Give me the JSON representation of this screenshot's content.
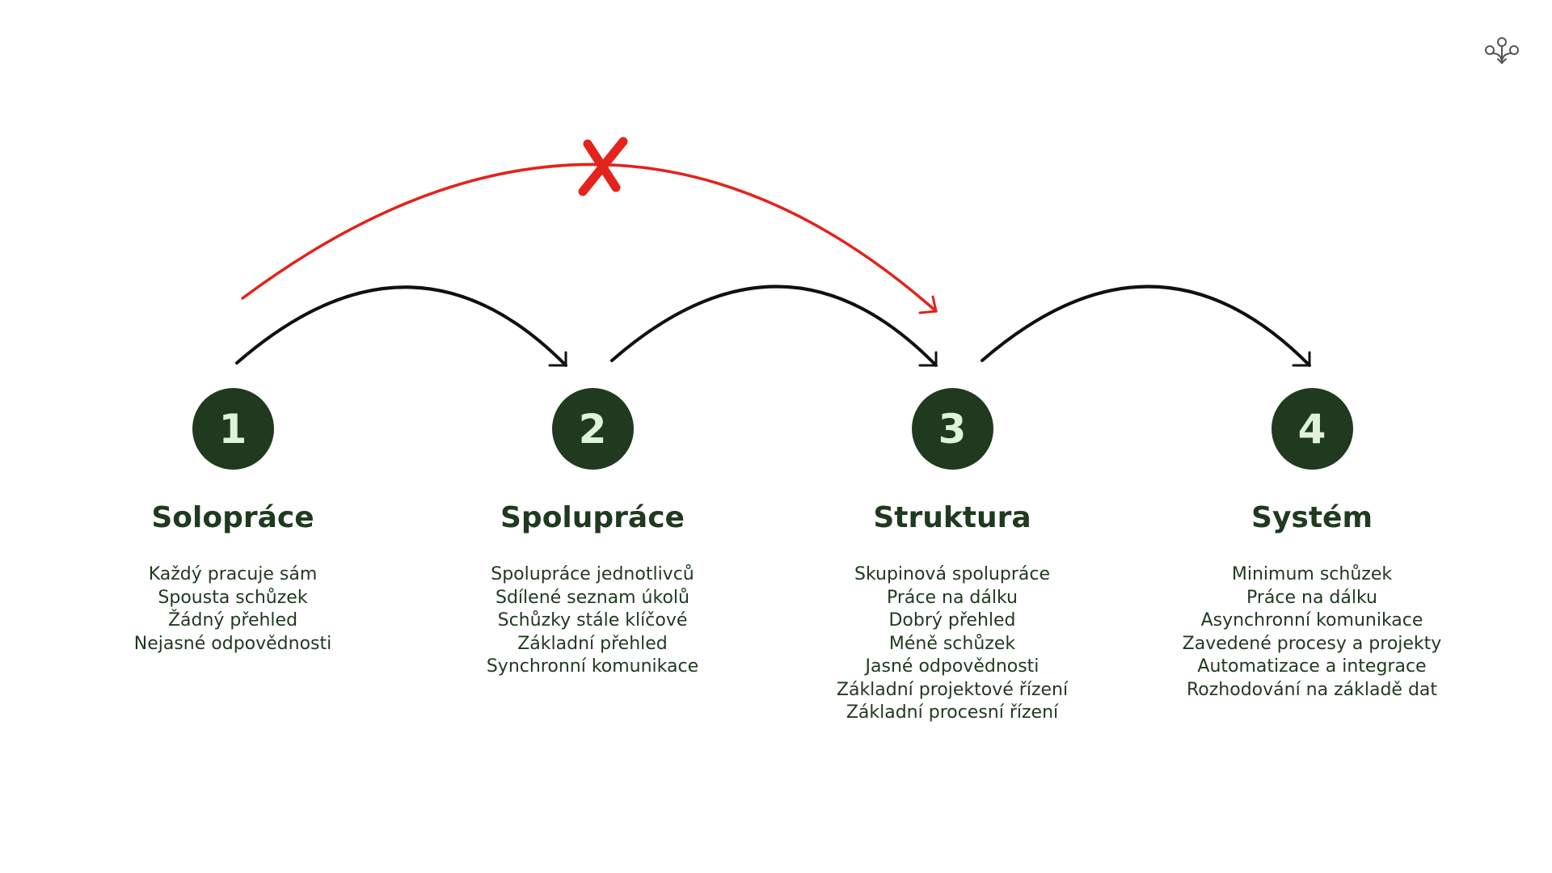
{
  "colors": {
    "accent_dark_green": "#1f3a1e",
    "number_text": "#dff3d8",
    "arrow_black": "#111111",
    "arrow_red": "#e3231c"
  },
  "logo": {
    "icon": "branch-logo-icon"
  },
  "stages": [
    {
      "number": "1",
      "title": "Solopráce",
      "items": [
        "Každý pracuje sám",
        "Spousta schůzek",
        "Žádný přehled",
        "Nejasné odpovědnosti"
      ]
    },
    {
      "number": "2",
      "title": "Spolupráce",
      "items": [
        "Spolupráce jednotlivců",
        "Sdílené seznam úkolů",
        "Schůzky stále klíčové",
        "Základní přehled",
        "Synchronní komunikace"
      ]
    },
    {
      "number": "3",
      "title": "Struktura",
      "items": [
        "Skupinová spolupráce",
        "Práce na dálku",
        "Dobrý přehled",
        "Méně schůzek",
        "Jasné odpovědnosti",
        "Základní projektové řízení",
        "Základní procesní řízení"
      ]
    },
    {
      "number": "4",
      "title": "Systém",
      "items": [
        "Minimum schůzek",
        "Práce na dálku",
        "Asynchronní komunikace",
        "Zavedené procesy a projekty",
        "Automatizace a integrace",
        "Rozhodování na základě dat"
      ]
    }
  ],
  "skip_arrow": {
    "from": "1",
    "to": "3",
    "marker": "cross-icon",
    "status": "blocked"
  }
}
